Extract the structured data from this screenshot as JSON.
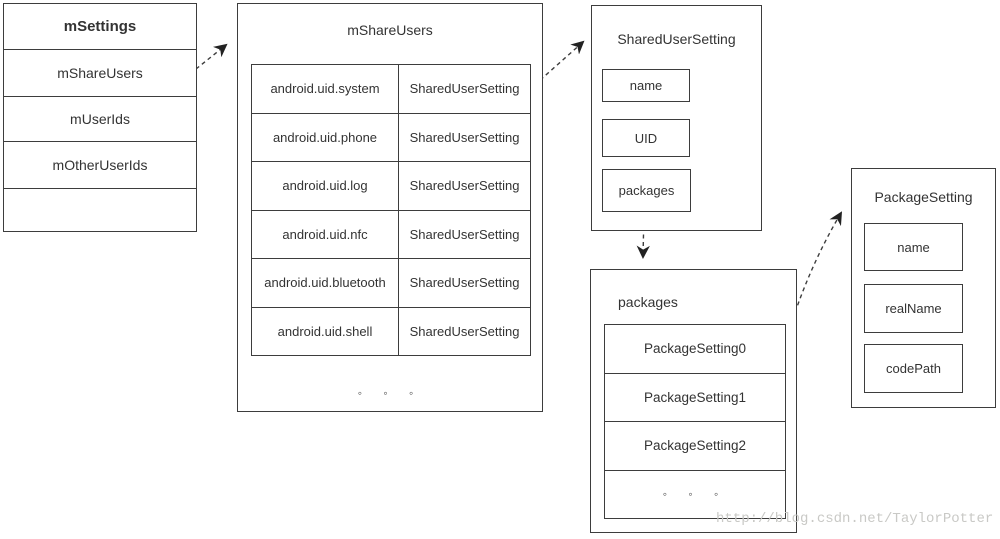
{
  "diagram": {
    "colors": {
      "line": "#3d3d3d",
      "text": "#333333",
      "background": "#ffffff",
      "watermark": "#c9c9c6"
    },
    "msettings": {
      "title": "mSettings",
      "rows": [
        "mShareUsers",
        "mUserIds",
        "mOtherUserIds",
        ""
      ]
    },
    "mshareusers": {
      "title": "mShareUsers",
      "rows": [
        {
          "key": "android.uid.system",
          "value": "SharedUserSetting"
        },
        {
          "key": "android.uid.phone",
          "value": "SharedUserSetting"
        },
        {
          "key": "android.uid.log",
          "value": "SharedUserSetting"
        },
        {
          "key": "android.uid.nfc",
          "value": "SharedUserSetting"
        },
        {
          "key": "android.uid.bluetooth",
          "value": "SharedUserSetting"
        },
        {
          "key": "android.uid.shell",
          "value": "SharedUserSetting"
        }
      ],
      "ellipsis": "◦ ◦ ◦"
    },
    "shared_user_setting": {
      "title": "SharedUserSetting",
      "fields": [
        "name",
        "UID",
        "packages"
      ]
    },
    "packages": {
      "title": "packages",
      "rows": [
        "PackageSetting0",
        "PackageSetting1",
        "PackageSetting2"
      ],
      "ellipsis": "◦ ◦ ◦"
    },
    "package_setting": {
      "title": "PackageSetting",
      "fields": [
        "name",
        "realName",
        "codePath"
      ]
    },
    "watermark": "http://blog.csdn.net/TaylorPotter"
  }
}
